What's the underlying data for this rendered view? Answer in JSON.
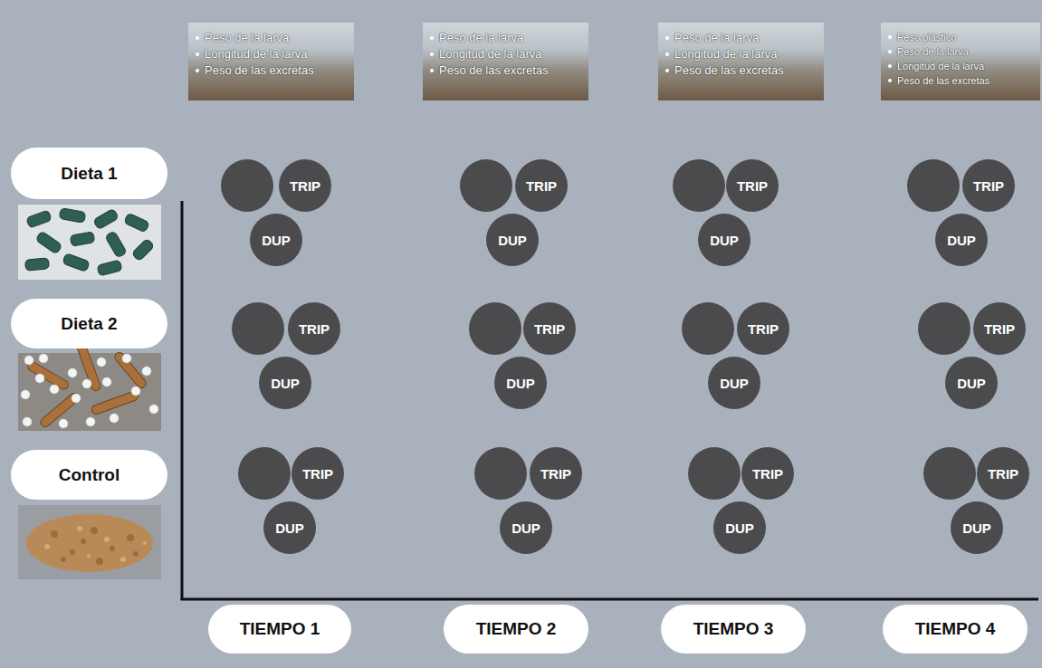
{
  "diagram": {
    "nodes": [
      {
        "text": [
          "Peso de la larva",
          "Longitud de la larva",
          "Peso de las excretas"
        ]
      },
      {
        "text": [
          "Peso de la larva",
          "Longitud de la larva",
          "Peso de las excretas"
        ]
      },
      {
        "text": [
          "Peso de la larva",
          "Longitud de la larva",
          "Peso de las excretas"
        ]
      },
      {
        "text": [
          "Peso plástico",
          "Peso de la larva",
          "Longitud de la larva",
          "Peso de las excretas"
        ]
      },
      {
        "text": [
          "Dieta 1"
        ]
      },
      {
        "text": [
          "TRIP"
        ]
      },
      {
        "text": [
          "DUP"
        ]
      },
      {
        "text": [
          "TRIP"
        ]
      },
      {
        "text": [
          "DUP"
        ]
      },
      {
        "text": [
          "TRIP"
        ]
      },
      {
        "text": [
          "DUP"
        ]
      },
      {
        "text": [
          "TRIP"
        ]
      },
      {
        "text": [
          "DUP"
        ]
      },
      {
        "text": [
          "Dieta 2"
        ]
      },
      {
        "text": [
          "TRIP"
        ]
      },
      {
        "text": [
          "DUP"
        ]
      },
      {
        "text": [
          "TRIP"
        ]
      },
      {
        "text": [
          "DUP"
        ]
      },
      {
        "text": [
          "TRIP"
        ]
      },
      {
        "text": [
          "DUP"
        ]
      },
      {
        "text": [
          "TRIP"
        ]
      },
      {
        "text": [
          "DUP"
        ]
      },
      {
        "text": [
          "Control"
        ]
      },
      {
        "text": [
          "TRIP"
        ]
      },
      {
        "text": [
          "DUP"
        ]
      },
      {
        "text": [
          "TRIP"
        ]
      },
      {
        "text": [
          "DUP"
        ]
      },
      {
        "text": [
          "TRIP"
        ]
      },
      {
        "text": [
          "DUP"
        ]
      },
      {
        "text": [
          "TRIP"
        ]
      },
      {
        "text": [
          "DUP"
        ]
      },
      {
        "text": [
          "TIEMPO 1"
        ]
      },
      {
        "text": [
          "TIEMPO 2"
        ]
      },
      {
        "text": [
          "TIEMPO 3"
        ]
      },
      {
        "text": [
          "TIEMPO 4"
        ]
      }
    ]
  }
}
